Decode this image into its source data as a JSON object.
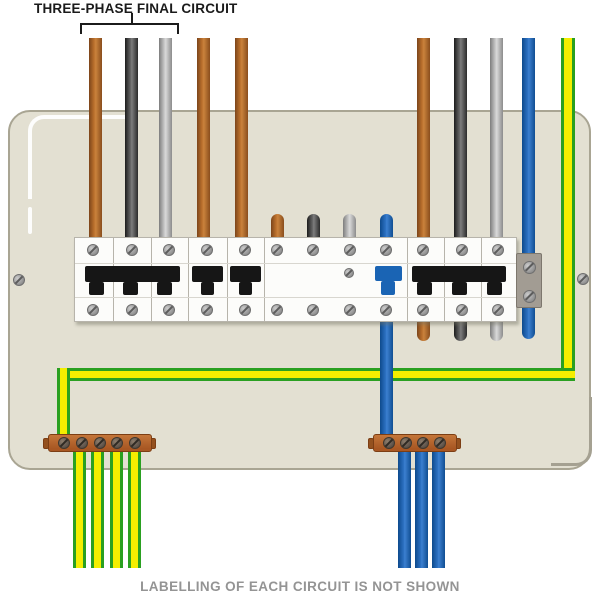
{
  "title": "THREE-PHASE FINAL CIRCUIT",
  "footer": "LABELLING OF EACH CIRCUIT IS NOT SHOWN",
  "colors": {
    "panel-bg": "#e3e0d2",
    "panel-border": "#a9a593",
    "wire-brown": "#b96f2c",
    "wire-black": "#2b2b2b",
    "wire-grey": "#8c8c8c",
    "wire-blue": "#104e92",
    "earth-green": "#2aa021",
    "earth-yellow": "#f4ee00",
    "copper-bar": "#a85723",
    "toggle-black": "#161616",
    "toggle-blue": "#1a64b4",
    "title-text": "#1b1b1b",
    "footer-text": "#949494"
  },
  "components": {
    "left_three_pole_breaker": {
      "poles": 3,
      "wires": [
        "brown",
        "black",
        "grey"
      ]
    },
    "single_pole_breakers": {
      "count": 2,
      "wires": [
        "brown",
        "brown"
      ]
    },
    "main_switch": {
      "poles": 4,
      "toggle": "blue",
      "incoming_stubs": [
        "brown",
        "black",
        "grey",
        "blue"
      ]
    },
    "right_three_pole_breaker": {
      "poles": 3,
      "wires": [
        "brown",
        "black",
        "grey"
      ]
    },
    "neutral_link_block": {
      "screws": 2,
      "wire": "blue"
    },
    "earth_bar": {
      "screws": 5,
      "outgoing_wires": 4,
      "wire": "green-yellow"
    },
    "neutral_bar": {
      "screws": 4,
      "outgoing_wires": 3,
      "wire": "blue"
    }
  }
}
